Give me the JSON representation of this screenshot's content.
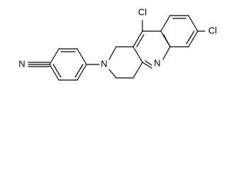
{
  "molecule": {
    "atoms": {
      "nitrile_n": "N",
      "ring_n": "N",
      "quinoline_n": "N",
      "chloro_top": "Cl",
      "chloro_right": "Cl"
    }
  }
}
